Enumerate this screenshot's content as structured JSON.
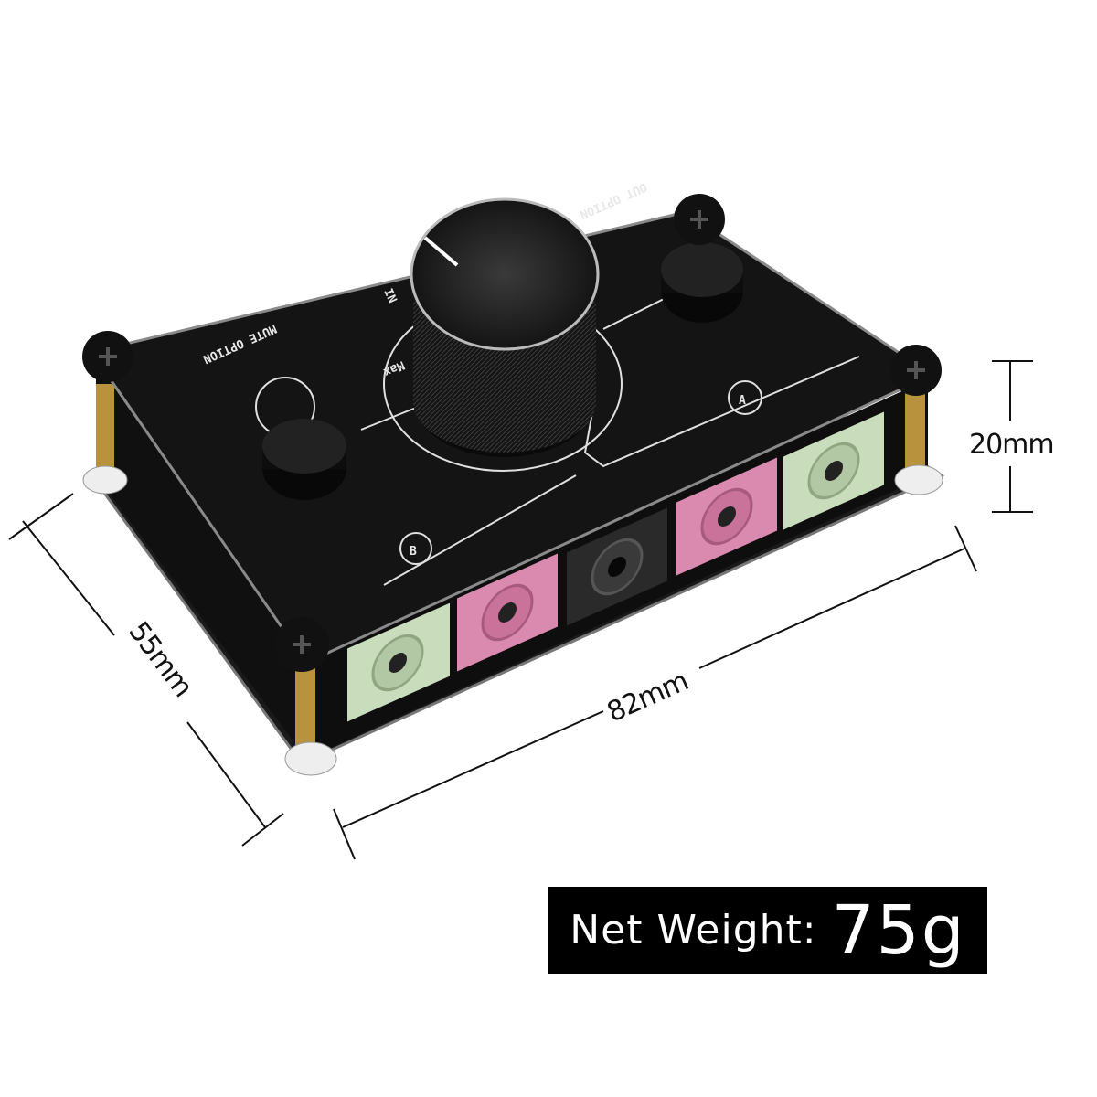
{
  "dimensions": {
    "height": "20mm",
    "length": "82mm",
    "width": "55mm"
  },
  "panel_labels": {
    "out_option": "OUT OPTION",
    "mute_option": "MUTE OPTION",
    "max": "Max",
    "in": "IN",
    "a": "A",
    "b": "B"
  },
  "weight": {
    "label": "Net Weight:",
    "value": "75g"
  },
  "colors": {
    "panel": "#141414",
    "jack_green": "#c9dcbc",
    "jack_pink": "#d98aae",
    "jack_black": "#2a2a2a",
    "standoff_brass": "#b8923c"
  }
}
